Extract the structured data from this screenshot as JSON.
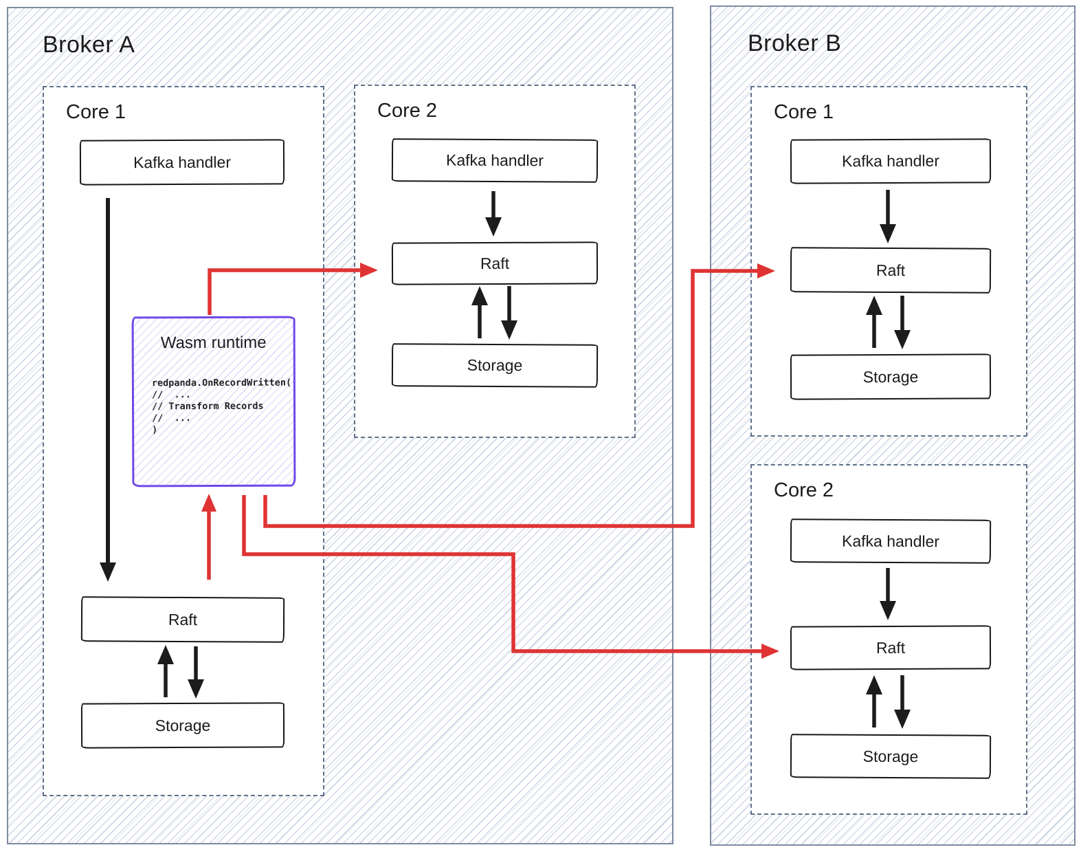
{
  "brokers": [
    {
      "title": "Broker A",
      "cores": [
        {
          "title": "Core 1",
          "boxes": [
            "Kafka handler",
            "Raft",
            "Storage"
          ],
          "wasm": {
            "title": "Wasm runtime",
            "code": "redpanda.OnRecordWritten(\n//  ...\n// Transform Records\n//  ...\n)"
          }
        },
        {
          "title": "Core 2",
          "boxes": [
            "Kafka handler",
            "Raft",
            "Storage"
          ]
        }
      ]
    },
    {
      "title": "Broker B",
      "cores": [
        {
          "title": "Core 1",
          "boxes": [
            "Kafka handler",
            "Raft",
            "Storage"
          ]
        },
        {
          "title": "Core 2",
          "boxes": [
            "Kafka handler",
            "Raft",
            "Storage"
          ]
        }
      ]
    }
  ],
  "colors": {
    "arrow_red": "#df3333",
    "arrow_black": "#1c1c1c",
    "wasm_purple": "#7048e8",
    "hatch_line": "#c4cedd",
    "broker_border": "#7d8ba1",
    "core_dash": "#5e7088",
    "box_border": "#161616"
  }
}
